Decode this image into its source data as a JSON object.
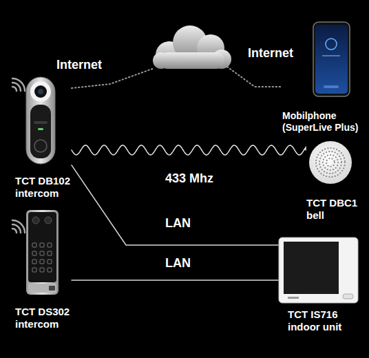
{
  "diagram": {
    "nodes": [
      {
        "text": [
          "TCT DB102 intercom"
        ]
      },
      {
        "text": [
          "Mobilphone (SuperLive Plus)"
        ]
      },
      {
        "text": [
          "TCT DBC1 bell"
        ]
      },
      {
        "text": [
          "TCT DS302 intercom"
        ]
      },
      {
        "text": [
          "TCT IS716 indoor unit"
        ]
      }
    ],
    "edges": [
      {
        "from": 0,
        "to": 1,
        "label": "Internet",
        "arrow": "none"
      },
      {
        "from": 0,
        "to": 2,
        "label": "433 Mhz",
        "arrow": "none"
      },
      {
        "from": 0,
        "to": 4,
        "label": "LAN",
        "arrow": "none"
      },
      {
        "from": 3,
        "to": 4,
        "label": "LAN",
        "arrow": "none"
      }
    ],
    "labels": [
      "Internet"
    ]
  }
}
